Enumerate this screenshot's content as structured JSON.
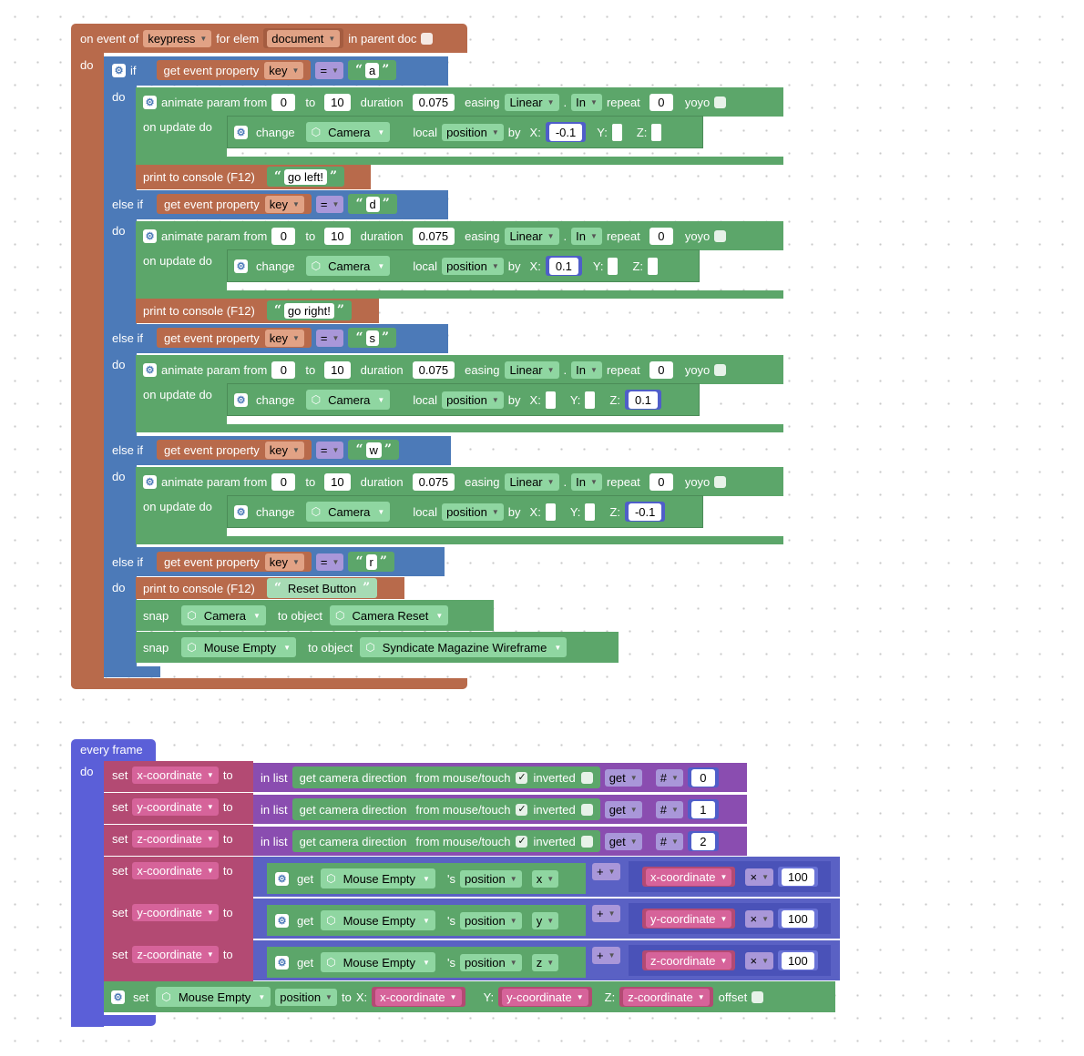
{
  "ev": {
    "on_event_of": "on event of",
    "event": "keypress",
    "for_elem": "for elem",
    "elem": "document",
    "in_parent": "in parent doc",
    "do": "do"
  },
  "kw": {
    "if": "if",
    "else_if": "else if",
    "do": "do",
    "get_prop": "get event property",
    "key": "key",
    "eq": "=",
    "animate": "animate param from",
    "to": "to",
    "duration": "duration",
    "easing": "easing",
    "linear": "Linear",
    "in": "In",
    "repeat": "repeat",
    "yoyo": "yoyo",
    "on_update": "on update do",
    "change": "change",
    "camera": "Camera",
    "local": "local",
    "position": "position",
    "by": "by",
    "x": "X:",
    "y": "Y:",
    "z": "Z:",
    "print": "print to console (F12)",
    "snap": "snap",
    "to_object": "to object"
  },
  "branches": [
    {
      "key_val": "a",
      "from": "0",
      "to": "10",
      "dur": "0.075",
      "rep": "0",
      "x": "-0.1",
      "y": "",
      "z": "",
      "msg": "go left!"
    },
    {
      "key_val": "d",
      "from": "0",
      "to": "10",
      "dur": "0.075",
      "rep": "0",
      "x": "0.1",
      "y": "",
      "z": "",
      "msg": "go right!"
    },
    {
      "key_val": "s",
      "from": "0",
      "to": "10",
      "dur": "0.075",
      "rep": "0",
      "x": "",
      "y": "",
      "z": "0.1"
    },
    {
      "key_val": "w",
      "from": "0",
      "to": "10",
      "dur": "0.075",
      "rep": "0",
      "x": "",
      "y": "",
      "z": "-0.1"
    }
  ],
  "reset": {
    "key_val": "r",
    "msg": "Reset Button",
    "snap1_obj": "Camera",
    "snap1_target": "Camera Reset",
    "snap2_obj": "Mouse Empty",
    "snap2_target": "Syndicate Magazine Wireframe"
  },
  "frame": {
    "title": "every frame",
    "do": "do",
    "set": "set",
    "to": "to",
    "in_list": "in list",
    "get_cam": "get camera direction",
    "from_mouse": "from mouse/touch",
    "inverted": "inverted",
    "get": "get",
    "hash": "#",
    "get2": "get",
    "mouse_empty": "Mouse Empty",
    "s_pos": "'s",
    "position": "position",
    "plus": "+",
    "times": "×",
    "hundred": "100",
    "offset": "offset",
    "vars": [
      "x-coordinate",
      "y-coordinate",
      "z-coordinate"
    ],
    "idx": [
      "0",
      "1",
      "2"
    ],
    "axes": [
      "x",
      "y",
      "z"
    ],
    "final": {
      "set": "set",
      "obj": "Mouse Empty",
      "prop": "position",
      "to": "to",
      "x": "X:",
      "y": "Y:",
      "z": "Z:"
    }
  }
}
